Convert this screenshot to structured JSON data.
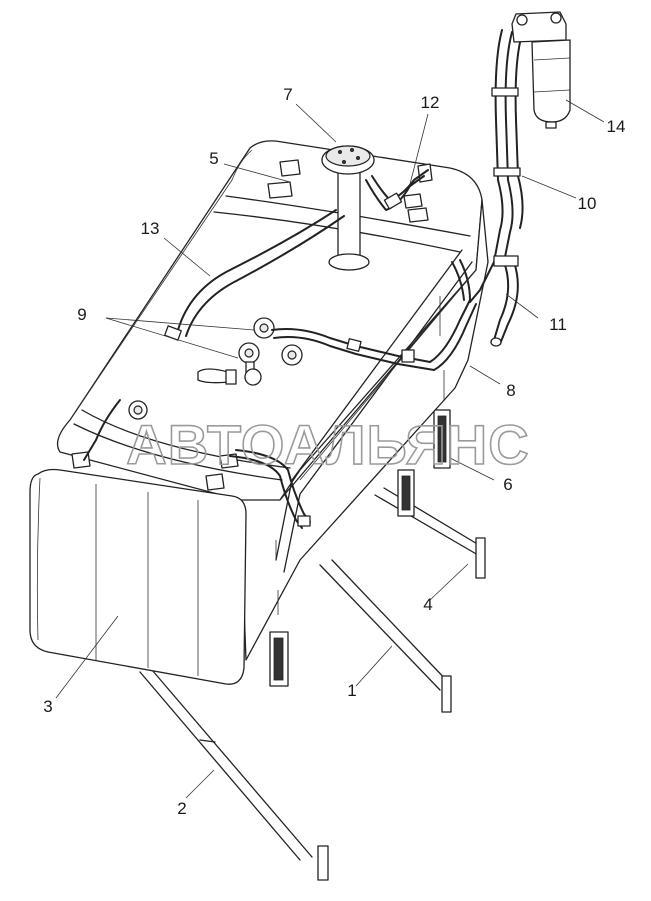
{
  "callouts": {
    "c1": "1",
    "c2": "2",
    "c3": "3",
    "c4": "4",
    "c5": "5",
    "c6": "6",
    "c7": "7",
    "c8": "8",
    "c9": "9",
    "c10": "10",
    "c11": "11",
    "c12": "12",
    "c13": "13",
    "c14": "14"
  },
  "watermark": "АВТОАЛЬЯНС"
}
